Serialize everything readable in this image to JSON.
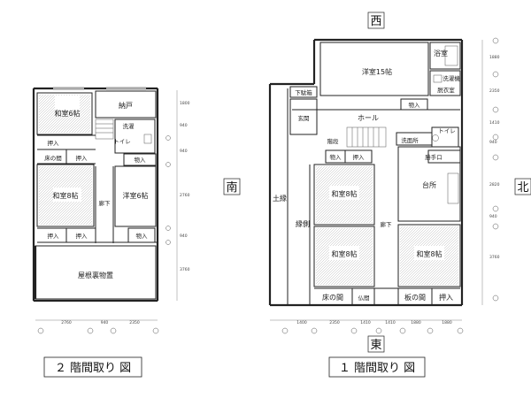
{
  "compass": {
    "west": "西",
    "south": "南",
    "north": "北",
    "east": "東"
  },
  "captions": {
    "floor2": "２ 階間取り 図",
    "floor1": "１ 階間取り 図"
  },
  "floor2": {
    "rooms": {
      "washitsu6": "和室6帖",
      "nando": "納戸",
      "sentaku": "洗濯",
      "toilet": "トイレ",
      "oshiire_a": "押入",
      "tokonoma": "床の間",
      "oshiire_b": "押入",
      "monoire_a": "物入",
      "washitsu8": "和室8帖",
      "rouka": "廊下",
      "youshitsu6": "洋室6帖",
      "oshiire_c": "押入",
      "oshiire_d": "押入",
      "monoire_b": "物入",
      "yane": "屋根裏物置"
    },
    "dims_right": [
      "1800",
      "940",
      "940",
      "2760",
      "940",
      "3760"
    ],
    "dims_bottom": [
      "2760",
      "940",
      "2350"
    ]
  },
  "floor1": {
    "rooms": {
      "youshitsu15": "洋室15帖",
      "yokushitsu": "浴室",
      "sentakuki": "洗濯機",
      "datsuishitsu": "脱衣室",
      "gedabako": "下駄箱",
      "genkan": "玄関",
      "hall": "ホール",
      "monoire_a": "物入",
      "kaidan": "階段",
      "senmenjo": "洗面所",
      "toilet": "トイレ",
      "monoire_b": "物入",
      "oshiire_a": "押入",
      "katteguchi": "勝手口",
      "doen": "土縁",
      "washitsu8a": "和室8帖",
      "daidokoro": "台所",
      "engawa": "縁側",
      "washitsu8b": "和室8帖",
      "rouka": "廊下",
      "washitsu8c": "和室8帖",
      "tokonoma": "床の間",
      "butsuma": "仏間",
      "itanoma": "板の間",
      "oshiire_b": "押入"
    },
    "dims_right": [
      "1880",
      "2350",
      "1410",
      "940",
      "2820",
      "940",
      "3760"
    ],
    "dims_bottom": [
      "1400",
      "2350",
      "1410",
      "1410",
      "1880",
      "1880"
    ]
  }
}
